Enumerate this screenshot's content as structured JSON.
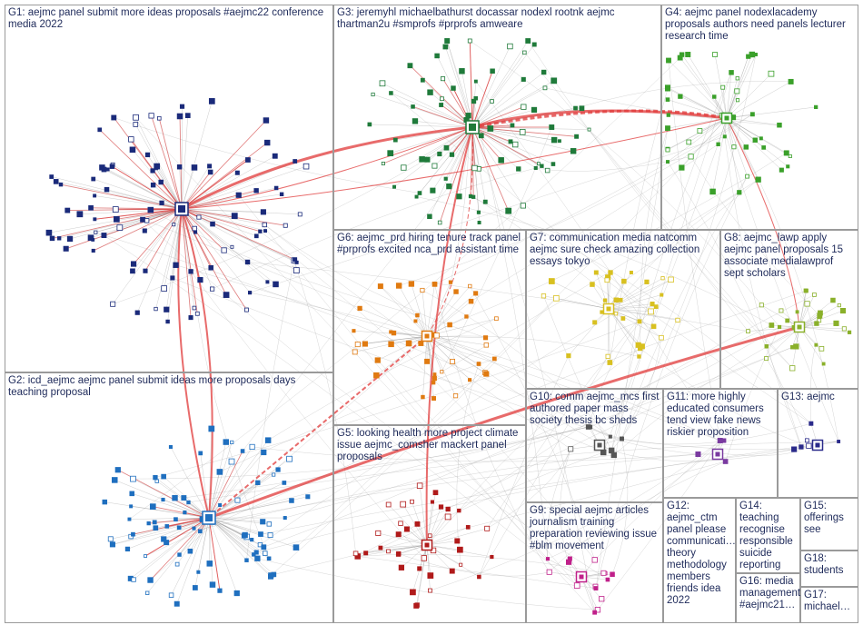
{
  "groups": [
    {
      "id": "G1",
      "label": "G1: aejmc panel submit more ideas proposals #aejmc22 conference media 2022",
      "color": "#1a2a7a"
    },
    {
      "id": "G2",
      "label": "G2: icd_aejmc aejmc panel submit ideas more proposals days teaching proposal",
      "color": "#1f6fbf"
    },
    {
      "id": "G3",
      "label": "G3: jeremyhl michaelbathurst docassar nodexl rootnk aejmc thartman2u #smprofs #prprofs amweare",
      "color": "#1f7a3a"
    },
    {
      "id": "G4",
      "label": "G4: aejmc panel nodexlacademy proposals authors need panels lecturer research time",
      "color": "#3aa02a"
    },
    {
      "id": "G5",
      "label": "G5: looking health more project climate issue aejmc_comsher mackert panel proposals",
      "color": "#b01a1a"
    },
    {
      "id": "G6",
      "label": "G6: aejmc_prd hiring tenure track panel #prprofs excited nca_prd assistant time",
      "color": "#e07a10"
    },
    {
      "id": "G7",
      "label": "G7: communication media natcomm aejmc sure check amazing collection essays tokyo",
      "color": "#d8c020"
    },
    {
      "id": "G8",
      "label": "G8: aejmc_lawp apply aejmc panel proposals 15 associate medialawprof sept scholars",
      "color": "#8ab02a"
    },
    {
      "id": "G9",
      "label": "G9: special aejmc articles journalism training preparation reviewing issue #blm movement",
      "color": "#c0208a"
    },
    {
      "id": "G10",
      "label": "G10: comm aejmc_mcs first authored paper mass society thesis bc sheds",
      "color": "#555555"
    },
    {
      "id": "G11",
      "label": "G11: more highly educated consumers tend view fake news riskier proposition",
      "color": "#7a3aa0"
    },
    {
      "id": "G12",
      "label": "G12: aejmc_ctm panel please communicati… theory methodology members friends idea 2022",
      "color": "#444444"
    },
    {
      "id": "G13",
      "label": "G13: aejmc",
      "color": "#2a2a8a"
    },
    {
      "id": "G14",
      "label": "G14: teaching recognise responsible suicide reporting",
      "color": "#444444"
    },
    {
      "id": "G15",
      "label": "G15: offerings see",
      "color": "#444444"
    },
    {
      "id": "G16",
      "label": "G16: media management #aejmc21…",
      "color": "#444444"
    },
    {
      "id": "G17",
      "label": "G17: michael…",
      "color": "#444444"
    },
    {
      "id": "G18",
      "label": "G18: students",
      "color": "#444444"
    }
  ],
  "edge_color": "#e03a3a",
  "gray_edge_color": "#8a8a8a"
}
